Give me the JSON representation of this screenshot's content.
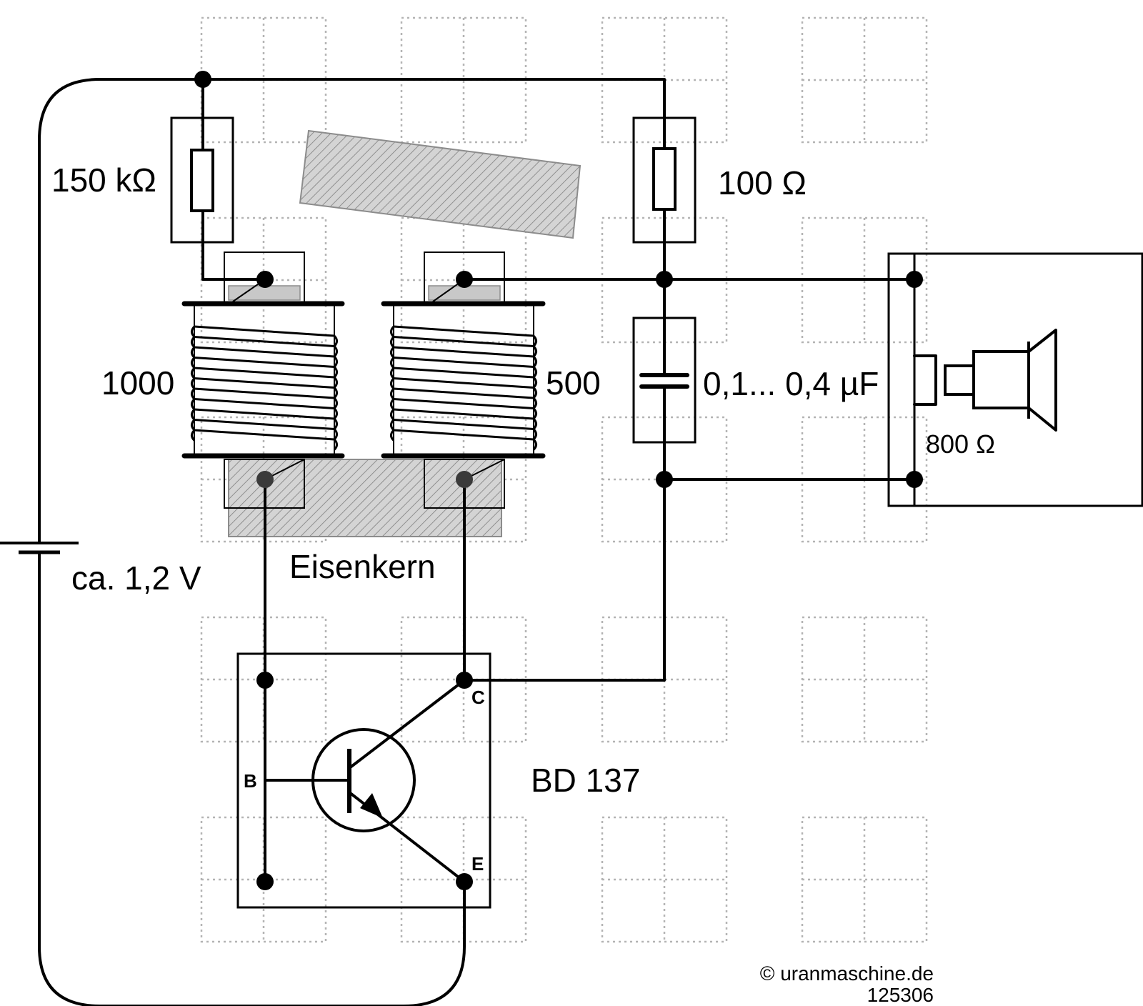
{
  "labels": {
    "resistor_1": "150 kΩ",
    "resistor_2": "100 Ω",
    "coil_1_turns": "1000",
    "coil_2_turns": "500",
    "capacitor": "0,1... 0,4 µF",
    "speaker": "800 Ω",
    "battery": "ca. 1,2 V",
    "core": "Eisenkern",
    "transistor": "BD 137",
    "pin_b": "B",
    "pin_c": "C",
    "pin_e": "E",
    "copyright": "© uranmaschine.de",
    "code": "125306"
  },
  "colors": {
    "line": "#000000",
    "grid": "#b4b4b4",
    "core_fill": "#d2d2d2",
    "core_stroke": "#8c8c8c"
  }
}
